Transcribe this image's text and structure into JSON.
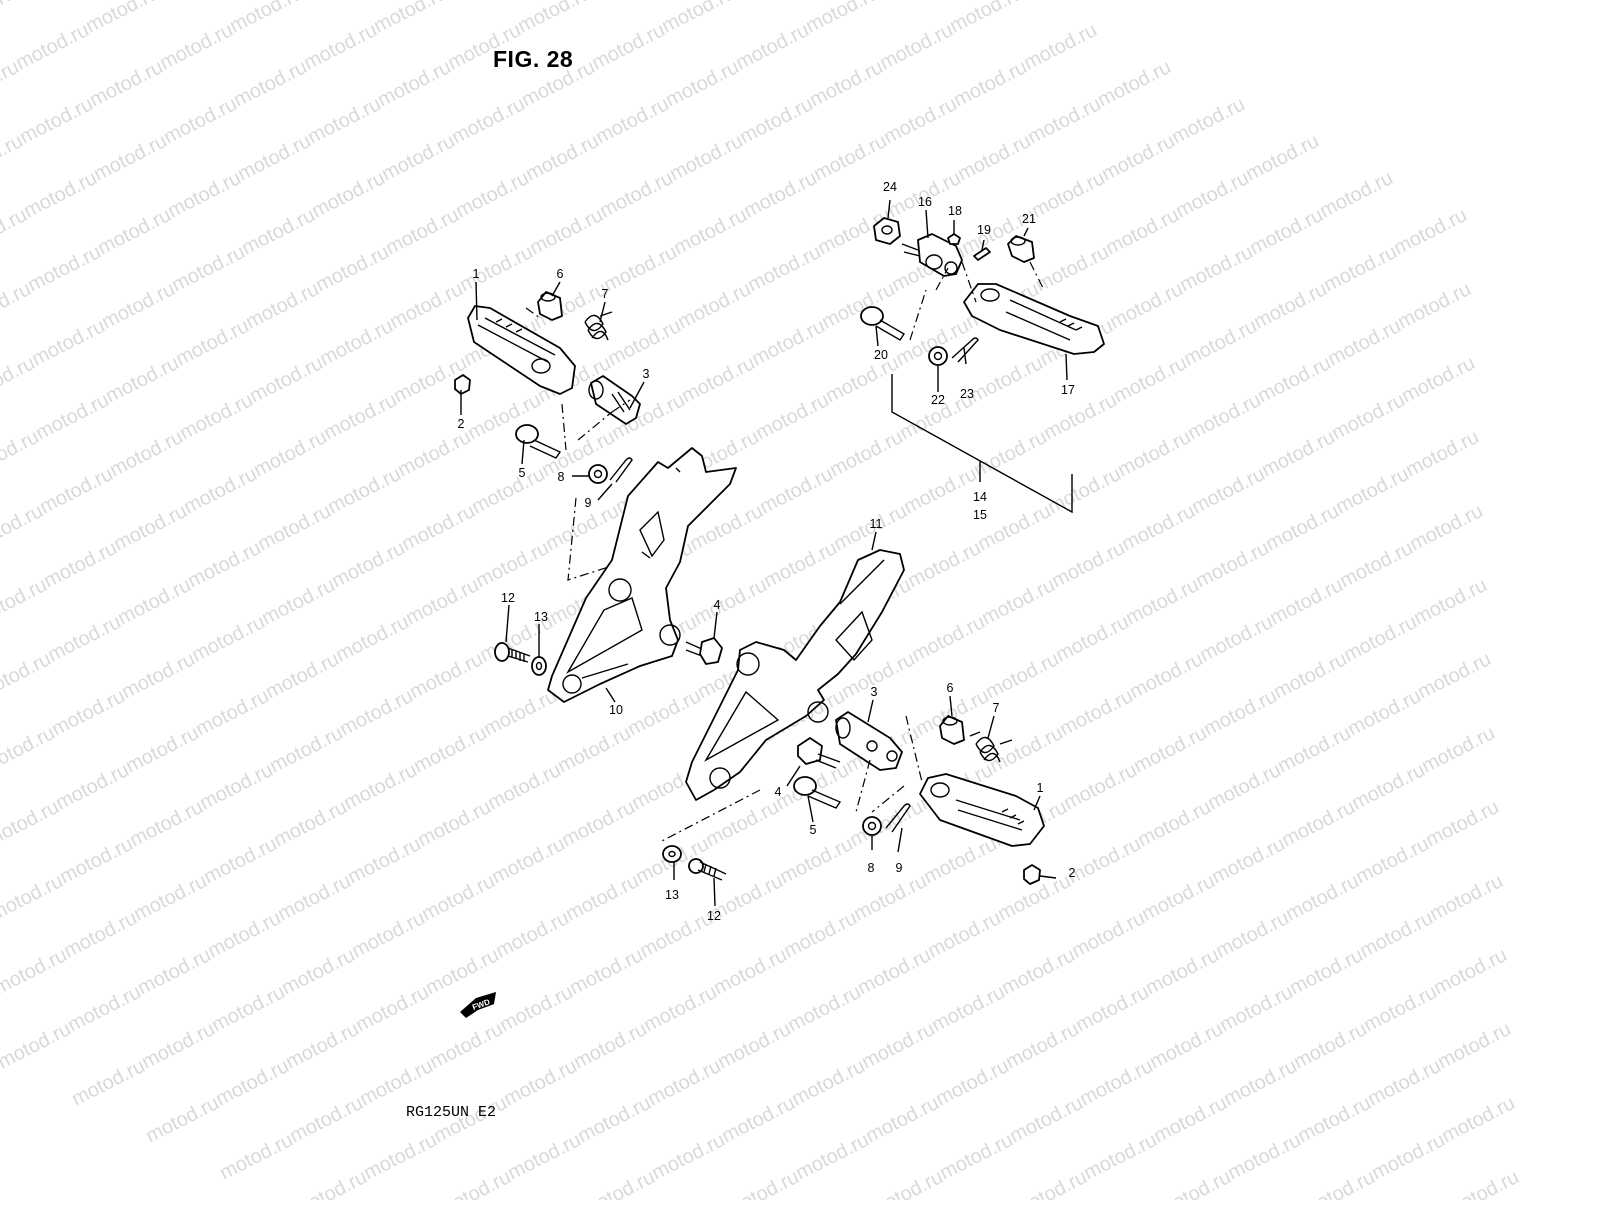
{
  "figure": {
    "title": "FIG. 28",
    "model_code": "RG125UN  E2"
  },
  "watermark": {
    "text": "motod.ru"
  },
  "fwd_marker": {
    "label": "FWD"
  },
  "callouts": {
    "c1a": "1",
    "c2a": "2",
    "c3a": "3",
    "c5a": "5",
    "c6a": "6",
    "c7a": "7",
    "c8a": "8",
    "c9a": "9",
    "c4a": "4",
    "c10": "10",
    "c11": "11",
    "c12a": "12",
    "c13a": "13",
    "c1b": "1",
    "c2b": "2",
    "c3b": "3",
    "c4b": "4",
    "c5b": "5",
    "c6b": "6",
    "c7b": "7",
    "c8b": "8",
    "c9b": "9",
    "c12b": "12",
    "c13b": "13",
    "c14": "14",
    "c15": "15",
    "c16": "16",
    "c17": "17",
    "c18": "18",
    "c19": "19",
    "c20": "20",
    "c21": "21",
    "c22": "22",
    "c23": "23",
    "c24": "24"
  }
}
